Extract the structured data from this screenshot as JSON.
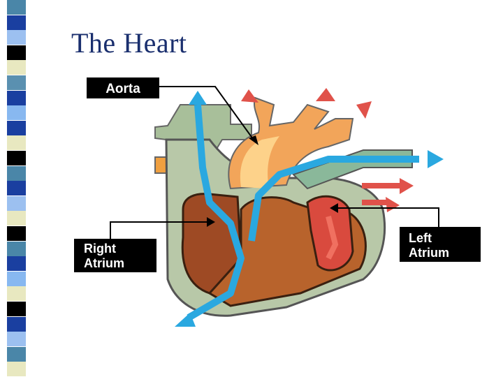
{
  "slide": {
    "title": "The Heart"
  },
  "labels": {
    "aorta": "Aorta",
    "right_atrium_line1": "Right",
    "right_atrium_line2": "Atrium",
    "left_atrium_line1": "Left",
    "left_atrium_line2": "Atrium"
  },
  "colors": {
    "title_text": "#1a2f6e",
    "label_box": "#000000",
    "label_text": "#ffffff",
    "deoxygenated_vessel": "#8ab89a",
    "oxygenated_vessel": "#f0a040",
    "blood_flow_blue": "#2aa8e0",
    "blood_flow_red": "#e0524a",
    "heart_wall": "#b8724a",
    "stripe_palette": [
      "#4a86a8",
      "#1a3fa0",
      "#9cc0f0",
      "#e8e8c0",
      "#000000",
      "#5a90b0",
      "#88b8f0"
    ]
  },
  "sidebar": {
    "pattern": [
      "#4a86a8",
      "#1a3fa0",
      "#9cc0f0",
      "#000000",
      "#e8e8c0",
      "#5a90b0",
      "#1a3fa0",
      "#88b8f0",
      "#1a3fa0",
      "#e8e8c0",
      "#000000",
      "#4a86a8",
      "#1a3fa0",
      "#9cc0f0",
      "#e8e8c0",
      "#000000",
      "#4a86a8",
      "#1a3fa0",
      "#88b8f0",
      "#e8e8c0",
      "#000000",
      "#1a3fa0",
      "#9cc0f0",
      "#4a86a8",
      "#e8e8c0"
    ]
  }
}
